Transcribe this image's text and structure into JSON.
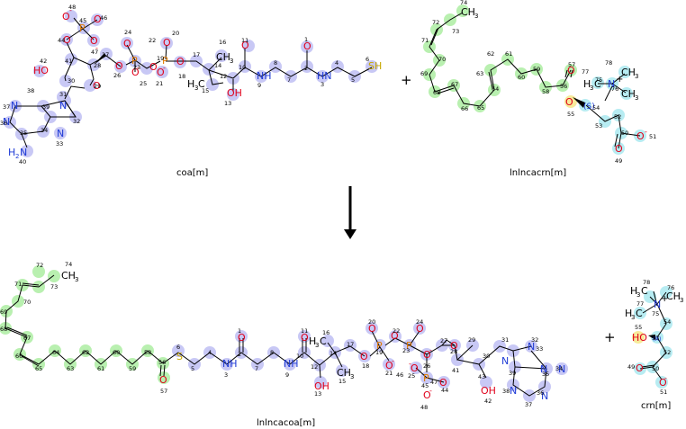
{
  "reaction": {
    "reactants": [
      {
        "id": "coa",
        "name": "coa[m]"
      },
      {
        "id": "lnlncacrn",
        "name": "lnlncacrn[m]"
      }
    ],
    "products": [
      {
        "id": "lnlncacoa",
        "name": "lnlncacoa[m]"
      },
      {
        "id": "crn",
        "name": "crn[m]"
      }
    ],
    "plus_sign": "+",
    "arrow_direction": "down"
  },
  "highlight_colors": {
    "coa_moiety": "#c8c8f5",
    "acyl_chain": "#b9f0b0",
    "carnitine_moiety": "#b7ecf2",
    "transferred_oxygen": "#f7ea9a"
  },
  "atom_colors": {
    "carbon_bond": "#000000",
    "nitrogen": "#1f3bd6",
    "oxygen": "#e0001a",
    "phosphorus": "#e07a00",
    "sulfur": "#c7a800"
  }
}
